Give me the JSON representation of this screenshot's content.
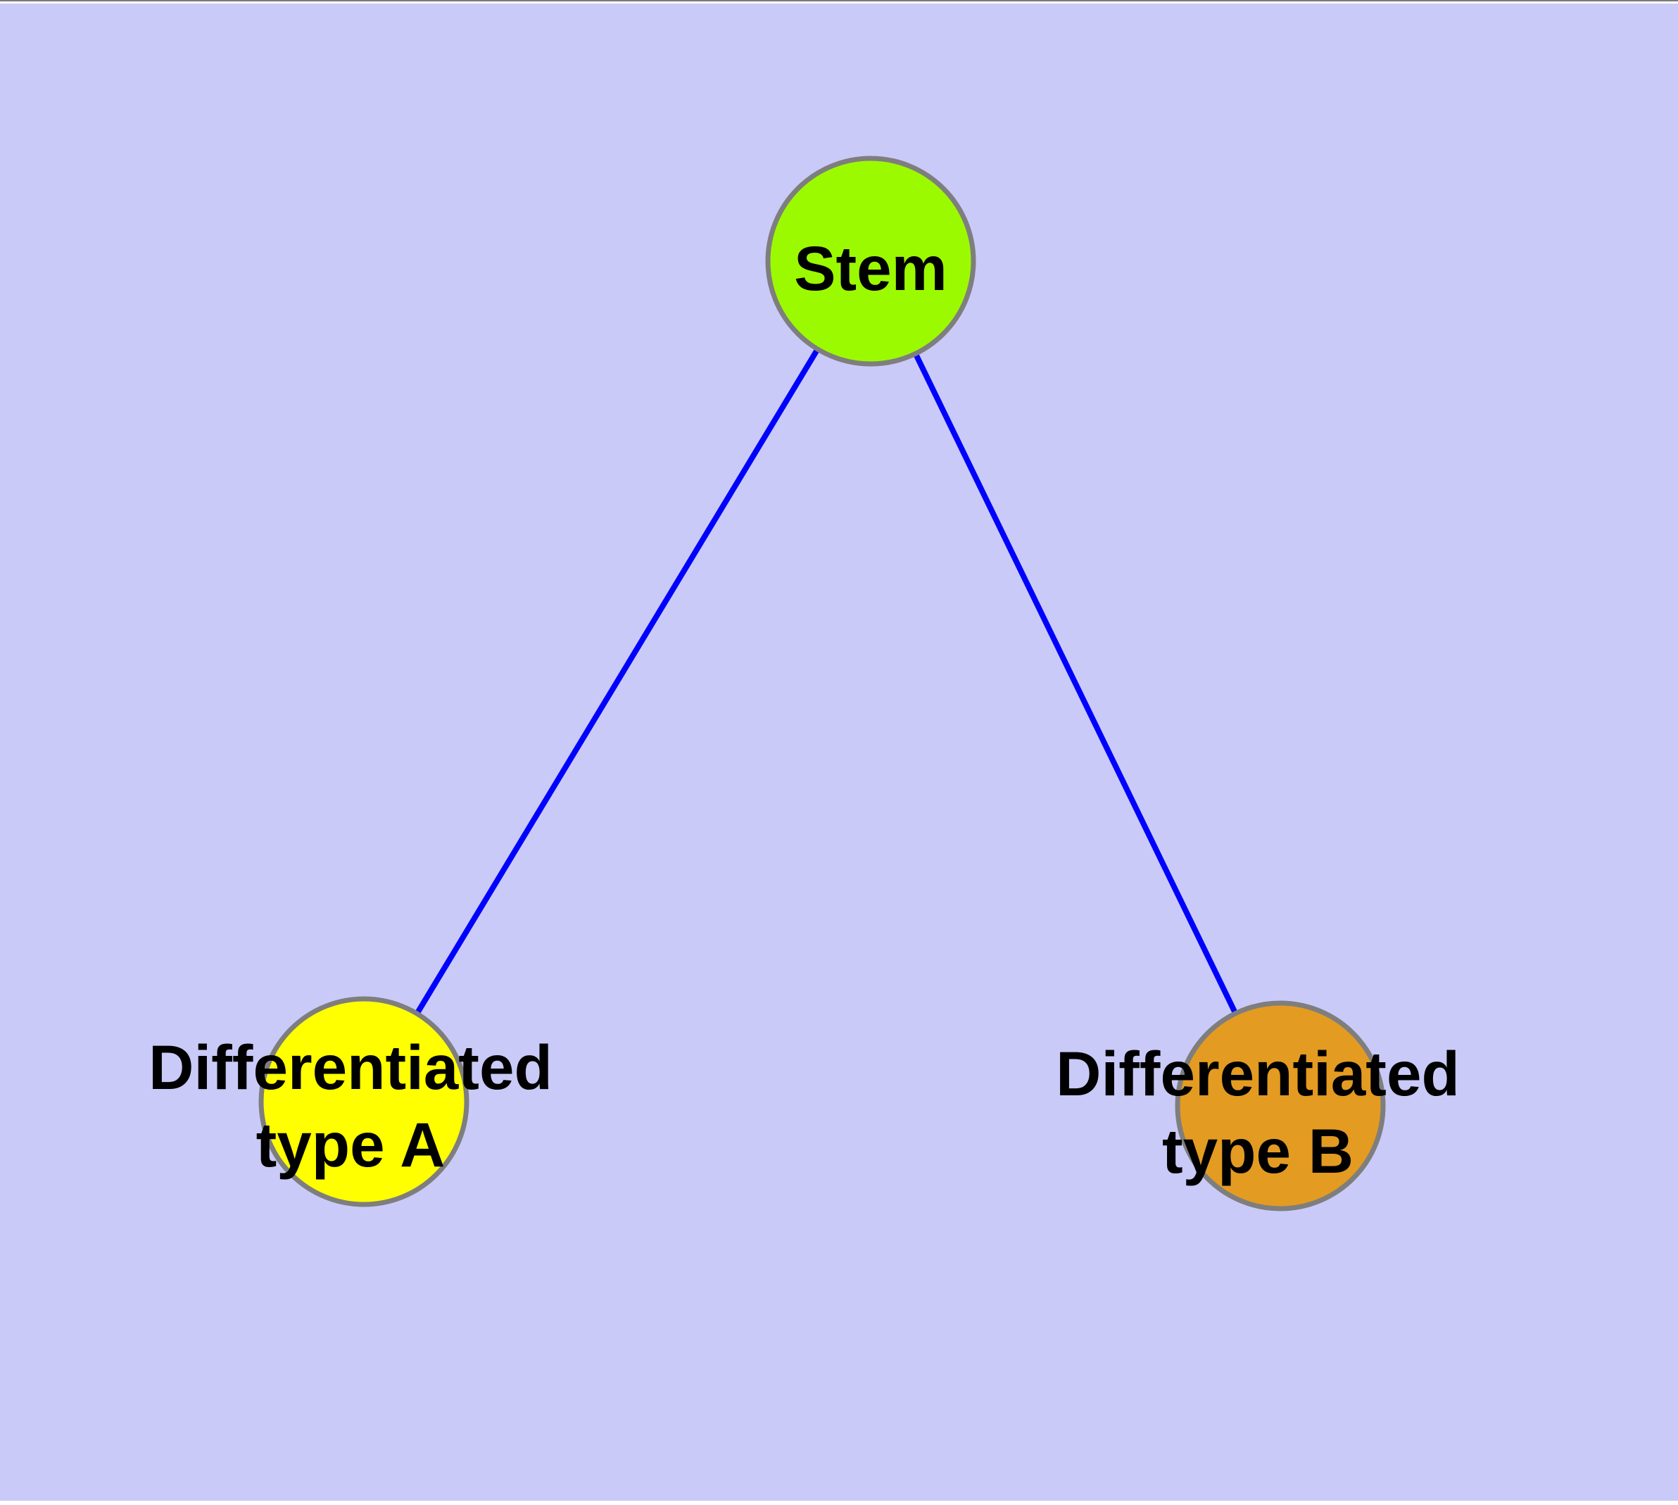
{
  "diagram": {
    "type": "graph",
    "background_color": "#CACAF9",
    "top_edge_color": "#7A7A7A",
    "edge_color": "#0000FF",
    "node_border_color": "#7E7E7E",
    "text_color": "#000000",
    "nodes": [
      {
        "id": "stem",
        "label": "Stem",
        "fill": "#9CFA00"
      },
      {
        "id": "differentiated-type-a",
        "label_lines": [
          "Differentiated",
          "type A"
        ],
        "fill": "#FFFF00"
      },
      {
        "id": "differentiated-type-b",
        "label_lines": [
          "Differentiated",
          "type B"
        ],
        "fill": "#E49B21"
      }
    ],
    "edges": [
      {
        "from": "Stem",
        "to": "Differentiated type A"
      },
      {
        "from": "Stem",
        "to": "Differentiated type B"
      }
    ]
  }
}
